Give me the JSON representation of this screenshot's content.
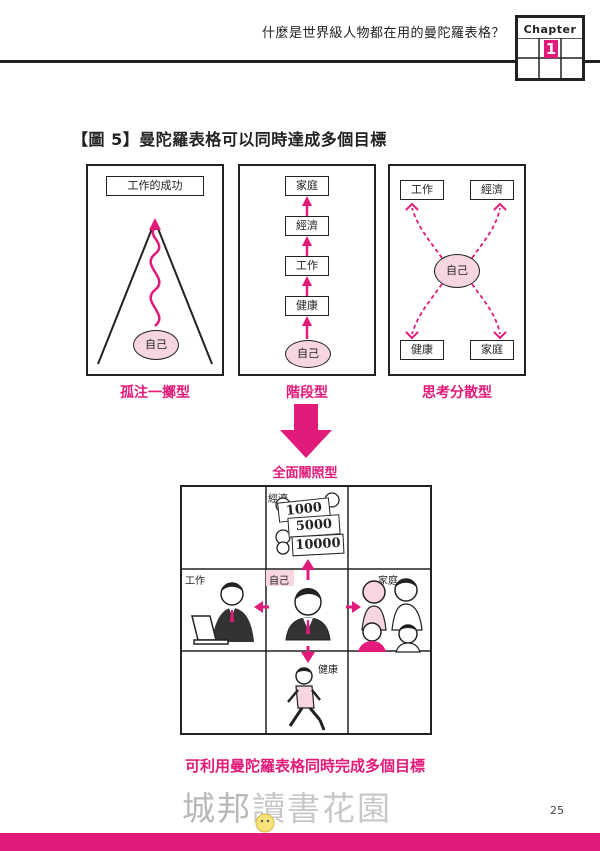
{
  "header": {
    "title": "什麼是世界級人物都在用的曼陀羅表格？",
    "chapter_label": "Chapter",
    "chapter_number": "1"
  },
  "figure": {
    "title": "【圖 5】曼陀羅表格可以同時達成多個目標"
  },
  "panels": {
    "focus": {
      "goal": "工作的成功",
      "self": "自己",
      "caption": "孤注一擲型"
    },
    "stepwise": {
      "steps": [
        "家庭",
        "經濟",
        "工作",
        "健康"
      ],
      "self": "自己",
      "caption": "階段型"
    },
    "scatter": {
      "top_left": "工作",
      "top_right": "經濟",
      "bottom_left": "健康",
      "bottom_right": "家庭",
      "self": "自己",
      "caption": "思考分散型"
    }
  },
  "overall": {
    "label": "全面關照型",
    "economy_label": "經濟",
    "bills": [
      "1000",
      "5000",
      "10000"
    ],
    "work_label": "工作",
    "self_label": "自己",
    "family_label": "家庭",
    "health_label": "健康"
  },
  "summary": "可利用曼陀羅表格同時完成多個目標",
  "footer": {
    "watermark_bold": "城邦",
    "watermark_thin": "讀書花園",
    "page_number": "25"
  },
  "colors": {
    "accent": "#e21b7a",
    "self_fill": "#f7d6e2",
    "line": "#222222"
  }
}
